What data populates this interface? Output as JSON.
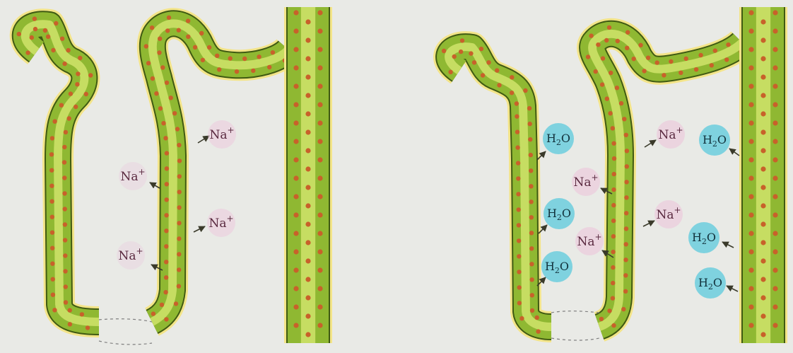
{
  "labels": {
    "na": "Na",
    "na_charge": "+",
    "water_h": "H",
    "water_sub": "2",
    "water_o": "O"
  },
  "panels": [
    {
      "name": "left",
      "ions": [
        {
          "type": "na",
          "dir": "out"
        },
        {
          "type": "na",
          "dir": "out"
        },
        {
          "type": "na",
          "dir": "out"
        },
        {
          "type": "na",
          "dir": "out"
        }
      ]
    },
    {
      "name": "right",
      "ions": [
        {
          "type": "water",
          "dir": "out"
        },
        {
          "type": "water",
          "dir": "out"
        },
        {
          "type": "water",
          "dir": "out"
        },
        {
          "type": "na",
          "dir": "out"
        },
        {
          "type": "na",
          "dir": "out"
        },
        {
          "type": "na",
          "dir": "out"
        },
        {
          "type": "na",
          "dir": "out"
        },
        {
          "type": "water",
          "dir": "out"
        },
        {
          "type": "water",
          "dir": "out"
        },
        {
          "type": "water",
          "dir": "out"
        }
      ]
    }
  ],
  "colors": {
    "background": "#e9eae6",
    "tubule_fill": "#8fb832",
    "tubule_edge": "#3f5a12",
    "tubule_highlight": "#c6dd62",
    "outer_rim": "#f3e488",
    "cell_dot": "#c8612a",
    "na_circle": "#ecc8dc",
    "water_circle": "#6ccedd",
    "arrow": "#3a3a2a",
    "dashed_gap": "#7f7f7f"
  }
}
